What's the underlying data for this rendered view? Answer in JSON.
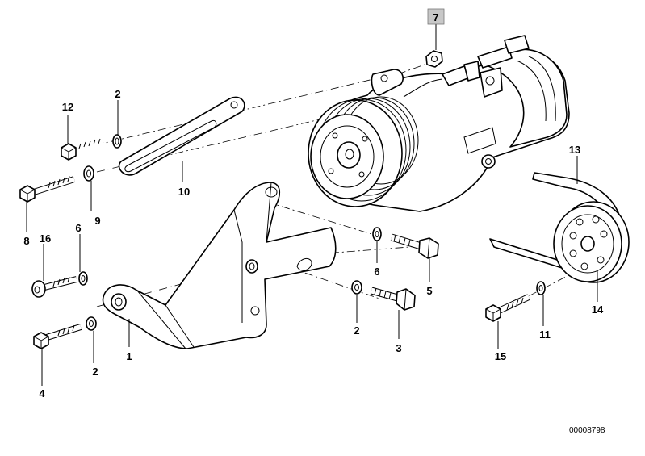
{
  "diagram": {
    "doc_number": "00008798",
    "highlighted_part": "7",
    "parts": [
      {
        "id": "bracket",
        "number": "1"
      },
      {
        "id": "washer-top",
        "number": "2"
      },
      {
        "id": "washer-mid",
        "number": "2"
      },
      {
        "id": "washer-low",
        "number": "2"
      },
      {
        "id": "bolt-mid",
        "number": "3"
      },
      {
        "id": "bolt-low",
        "number": "4"
      },
      {
        "id": "bolt-right",
        "number": "5"
      },
      {
        "id": "washer-6-left",
        "number": "6"
      },
      {
        "id": "washer-6-right",
        "number": "6"
      },
      {
        "id": "nut",
        "number": "7"
      },
      {
        "id": "bolt-8",
        "number": "8"
      },
      {
        "id": "washer-9",
        "number": "9"
      },
      {
        "id": "strap",
        "number": "10"
      },
      {
        "id": "bolt-11",
        "number": "11"
      },
      {
        "id": "belt",
        "number": "12"
      },
      {
        "id": "pulley",
        "number": "13"
      },
      {
        "id": "washer-14",
        "number": "14"
      },
      {
        "id": "bolt-15",
        "number": "15"
      },
      {
        "id": "bolt-16",
        "number": "16"
      }
    ]
  }
}
